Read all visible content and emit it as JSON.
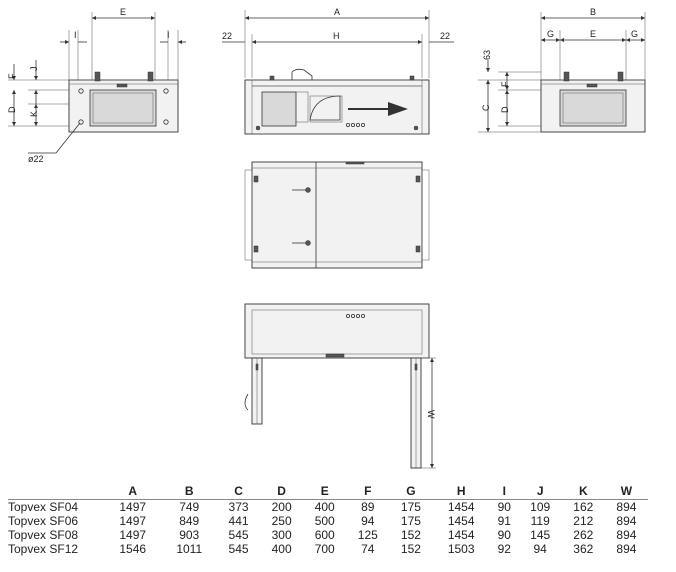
{
  "drawing": {
    "front_labels": {
      "E": "E",
      "I_left": "I",
      "I_right": "I",
      "F": "F",
      "J": "J",
      "D": "D",
      "K": "K",
      "hole": "ø22"
    },
    "side_labels": {
      "A": "A",
      "H": "H",
      "offset_left": "22",
      "offset_right": "22"
    },
    "right_labels": {
      "B": "B",
      "G_left": "G",
      "E": "E",
      "G_right": "G",
      "top_offset": "63",
      "F": "F",
      "D": "D",
      "C": "C"
    },
    "bottom_labels": {
      "W": "W"
    }
  },
  "table": {
    "headers": [
      "",
      "A",
      "B",
      "C",
      "D",
      "E",
      "F",
      "G",
      "H",
      "I",
      "J",
      "K",
      "W"
    ],
    "rows": [
      {
        "model": "Topvex SF04",
        "values": [
          "1497",
          "749",
          "373",
          "200",
          "400",
          "89",
          "175",
          "1454",
          "90",
          "109",
          "162",
          "894"
        ]
      },
      {
        "model": "Topvex SF06",
        "values": [
          "1497",
          "849",
          "441",
          "250",
          "500",
          "94",
          "175",
          "1454",
          "91",
          "119",
          "212",
          "894"
        ]
      },
      {
        "model": "Topvex SF08",
        "values": [
          "1497",
          "903",
          "545",
          "300",
          "600",
          "125",
          "152",
          "1454",
          "90",
          "145",
          "262",
          "894"
        ]
      },
      {
        "model": "Topvex SF12",
        "values": [
          "1546",
          "1011",
          "545",
          "400",
          "700",
          "74",
          "152",
          "1503",
          "92",
          "94",
          "362",
          "894"
        ]
      }
    ]
  }
}
